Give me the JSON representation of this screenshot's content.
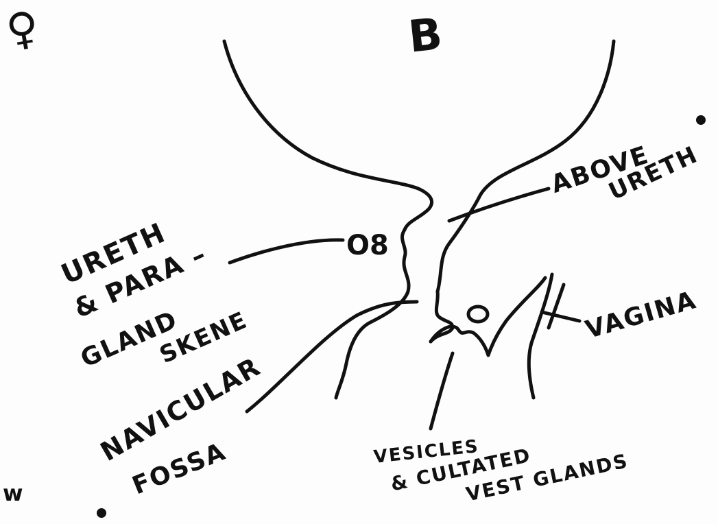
{
  "diagram": {
    "symbols": {
      "sex_symbol": "♀",
      "panel_letter": "B"
    },
    "labels": {
      "urethra_para": "URETH",
      "para_gland_line": "& PARA –",
      "gland": "GLAND",
      "skene": "SKENE",
      "navicular": "NAVICULAR",
      "fossa": "FOSSA",
      "above_line1": "ABOVE",
      "above_line2": "URETH",
      "vagina": "VAGINA",
      "vesicles_line1": "VESICLES",
      "vesicles_line2": "& CULTATED",
      "vesicles_line3": "VEST GLANDS",
      "os_mark": "O8",
      "left_edge_mark": "w"
    }
  }
}
